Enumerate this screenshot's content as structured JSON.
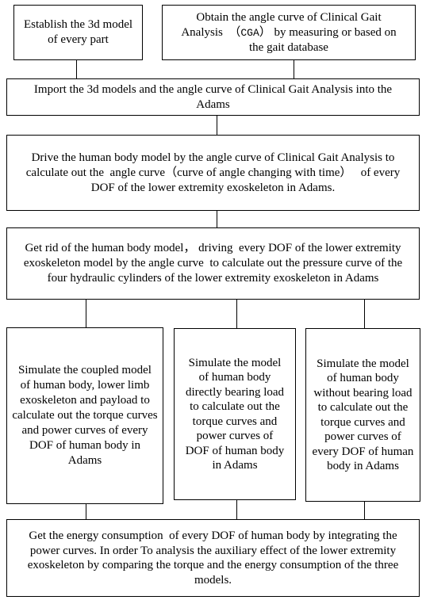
{
  "diagram": {
    "step1": "Establish the 3d model of every part",
    "step2_before": "Obtain the angle curve of Clinical Gait Analysis  （",
    "step2_abbr": "CGA",
    "step2_after": "） by measuring or based on the gait database",
    "step3": "Import the 3d models and the angle curve of Clinical Gait Analysis into the Adams",
    "step4_a": "Drive the human body model by the angle curve of Clinical Gait Analysis to calculate out the  angle curve（curve of angle changing with time）",
    "step4_b": "of every DOF of the lower extremity exoskeleton in Adams.",
    "step5": "Get rid of the human body model， driving  every DOF of the lower extremity exoskeleton model by the angle curve  to calculate out the pressure curve of the four hydraulic cylinders of the lower extremity exoskeleton in Adams",
    "step6_left": "Simulate the coupled model of human body, lower limb exoskeleton and payload to calculate out the torque curves and power curves of every DOF of human body in Adams",
    "step6_middle": "Simulate the model of human body directly bearing load to calculate out the torque curves and power curves of DOF of human body in Adams",
    "step6_right": "Simulate the model of human body without bearing load to calculate out the torque curves and power curves of every DOF of human body in Adams",
    "step7": "Get the energy consumption  of every DOF of human body by integrating the power curves. In order To analysis the auxiliary effect of the lower extremity exoskeleton by comparing the torque and the energy consumption of the three models."
  }
}
